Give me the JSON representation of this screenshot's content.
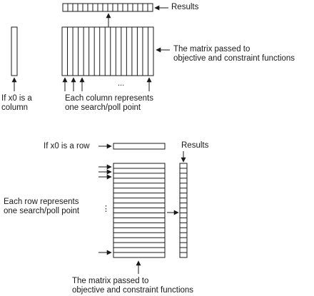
{
  "top_panel": {
    "results_label": "Results",
    "matrix_label_line1": "The matrix passed to",
    "matrix_label_line2": "objective and constraint functions",
    "x0_label_line1": "If x0 is a",
    "x0_label_line2": "column",
    "columns_label_line1": "Each column represents",
    "columns_label_line2": "one search/poll point",
    "ellipsis": "..."
  },
  "bottom_panel": {
    "x0_label": "If x0 is a row",
    "results_label": "Results",
    "rows_label_line1": "Each row represents",
    "rows_label_line2": "one search/poll point",
    "ellipsis": "⋮",
    "matrix_label_line1": "The matrix passed to",
    "matrix_label_line2": "objective and constraint functions"
  },
  "colors": {
    "stroke": "#1a1a1a",
    "background": "#ffffff"
  }
}
